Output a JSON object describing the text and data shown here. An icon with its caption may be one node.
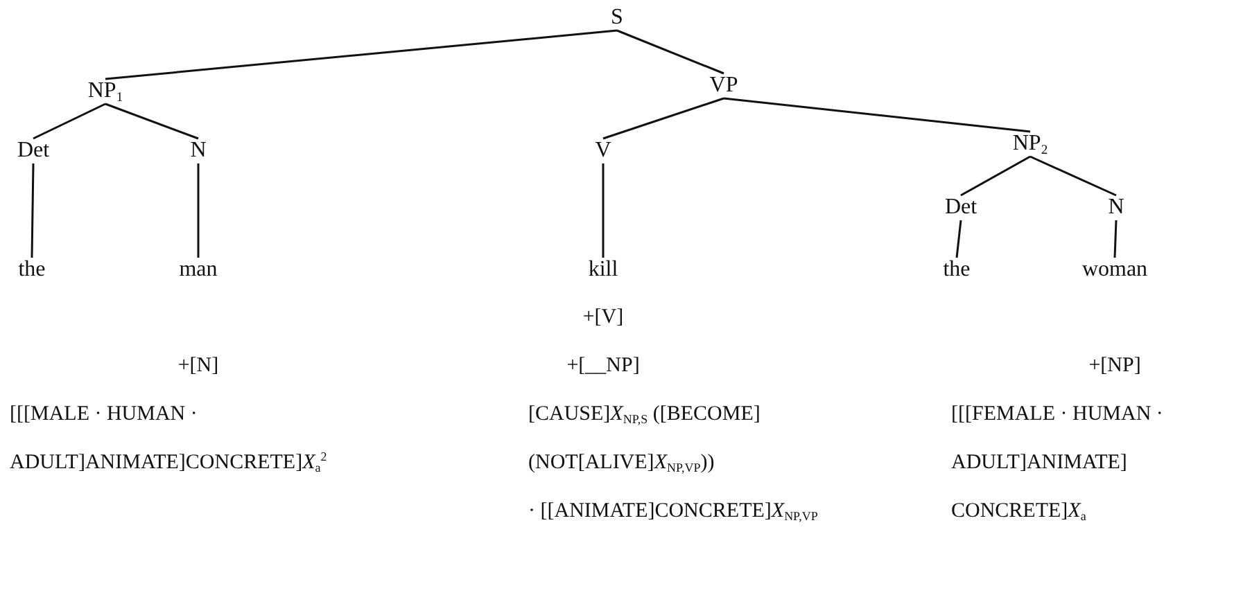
{
  "diagram": {
    "nodes": [
      {
        "text": [
          "S"
        ]
      },
      {
        "text": [
          "NP$_{1}$"
        ]
      },
      {
        "text": [
          "VP"
        ]
      },
      {
        "text": [
          "Det"
        ]
      },
      {
        "text": [
          "N"
        ]
      },
      {
        "text": [
          "V"
        ]
      },
      {
        "text": [
          "NP$_{2}$"
        ]
      },
      {
        "text": [
          "Det"
        ]
      },
      {
        "text": [
          "N"
        ]
      },
      {
        "text": [
          "the"
        ]
      },
      {
        "text": [
          "man"
        ]
      },
      {
        "text": [
          "kill"
        ]
      },
      {
        "text": [
          "the"
        ]
      },
      {
        "text": [
          "woman"
        ]
      }
    ],
    "edges": [
      {
        "from": 0,
        "to": 1,
        "arrow": "none"
      },
      {
        "from": 0,
        "to": 2,
        "arrow": "none"
      },
      {
        "from": 1,
        "to": 3,
        "arrow": "none"
      },
      {
        "from": 1,
        "to": 4,
        "arrow": "none"
      },
      {
        "from": 2,
        "to": 5,
        "arrow": "none"
      },
      {
        "from": 2,
        "to": 6,
        "arrow": "none"
      },
      {
        "from": 6,
        "to": 7,
        "arrow": "none"
      },
      {
        "from": 6,
        "to": 8,
        "arrow": "none"
      },
      {
        "from": 3,
        "to": 9,
        "arrow": "none"
      },
      {
        "from": 4,
        "to": 10,
        "arrow": "none"
      },
      {
        "from": 5,
        "to": 11,
        "arrow": "none"
      },
      {
        "from": 7,
        "to": 12,
        "arrow": "none"
      },
      {
        "from": 8,
        "to": 13,
        "arrow": "none"
      }
    ],
    "labels": [
      "+[N]",
      "[[[MALE · HUMAN ·",
      "ADULT]ANIMATE]CONCRETE]*X*$_{a}$$^{2}$",
      "+[V]",
      "+[__NP]",
      "[CAUSE]*X*$_{NP,S}$ ([BECOME]",
      "(NOT[ALIVE]*X*$_{NP,VP}$))",
      "· [[ANIMATE]CONCRETE]*X*$_{NP,VP}$",
      "+[NP]",
      "[[[FEMALE · HUMAN ·",
      "ADULT]ANIMATE]",
      "CONCRETE]*X*$_{a}$"
    ]
  }
}
